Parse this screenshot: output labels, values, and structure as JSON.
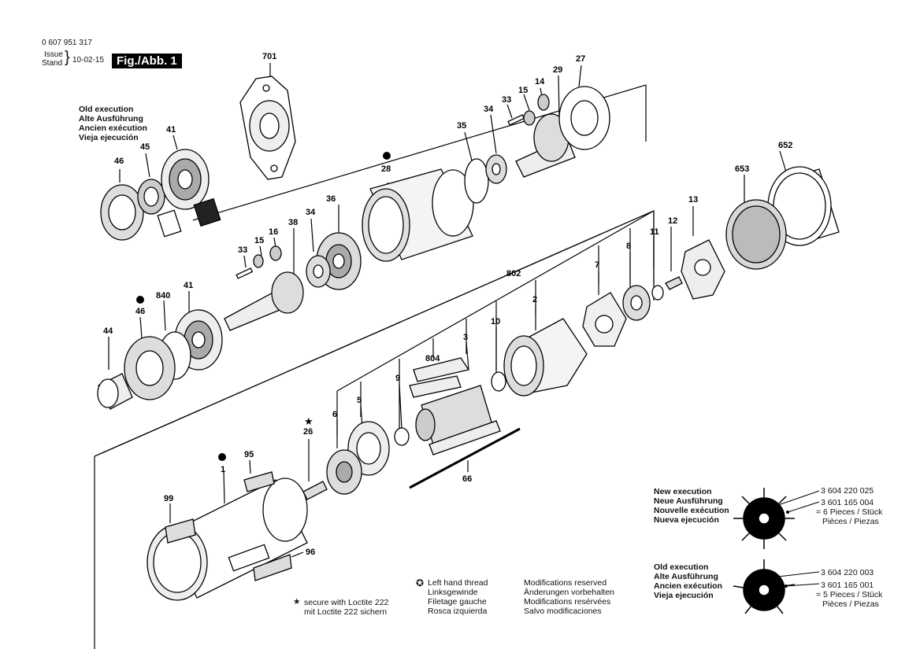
{
  "header": {
    "doc_number": "0 607 951 317",
    "issue_label": "Issue",
    "stand_label": "Stand",
    "date": "10-02-15",
    "figure": "Fig./Abb. 1"
  },
  "old_execution_top": [
    "Old execution",
    "Alte Ausführung",
    "Ancien exécution",
    "Vieja ejecución"
  ],
  "callouts": {
    "c701": "701",
    "c41a": "41",
    "c45": "45",
    "c46a": "46",
    "c35": "35",
    "c34a": "34",
    "c33a": "33",
    "c15a": "15",
    "c14": "14",
    "c29": "29",
    "c27": "27",
    "c28": "28",
    "c652": "652",
    "c653": "653",
    "c36": "36",
    "c34b": "34",
    "c38": "38",
    "c16": "16",
    "c15b": "15",
    "c33b": "33",
    "c13": "13",
    "c12": "12",
    "c11": "11",
    "c8": "8",
    "c7": "7",
    "c802": "802",
    "c2": "2",
    "c10": "10",
    "c3": "3",
    "c804": "804",
    "c9": "9",
    "c5": "5",
    "c6": "6",
    "c840": "840",
    "c41b": "41",
    "c46b": "46",
    "c44": "44",
    "c26": "26",
    "c95": "95",
    "c1": "1",
    "c99": "99",
    "c96": "96",
    "c66": "66"
  },
  "notes": {
    "loctite": [
      "secure with Loctite 222",
      "mit Loctite 222 sichern"
    ],
    "left_hand": [
      "Left hand thread",
      "Linksgewinde",
      "Filetage gauche",
      "Rosca izquierda"
    ],
    "modifications": [
      "Modifications reserved",
      "Änderungen vorbehalten",
      "Modifications resérvées",
      "Salvo modificaciones"
    ]
  },
  "new_execution": {
    "labels": [
      "New execution",
      "Neue Ausführung",
      "Nouvelle exécution",
      "Nueva ejecución"
    ],
    "part_a": "3 604 220 025",
    "part_b": "3 601 165 004",
    "pieces": "= 6 Pieces / Stück",
    "pieces2": "Pièces / Piezas"
  },
  "old_execution_bottom": {
    "labels": [
      "Old execution",
      "Alte Ausführung",
      "Ancien exécution",
      "Vieja ejecución"
    ],
    "part_a": "3 604 220 003",
    "part_b": "3 601 165 001",
    "pieces": "= 5 Pieces / Stück",
    "pieces2": "Pièces / Piezas"
  }
}
